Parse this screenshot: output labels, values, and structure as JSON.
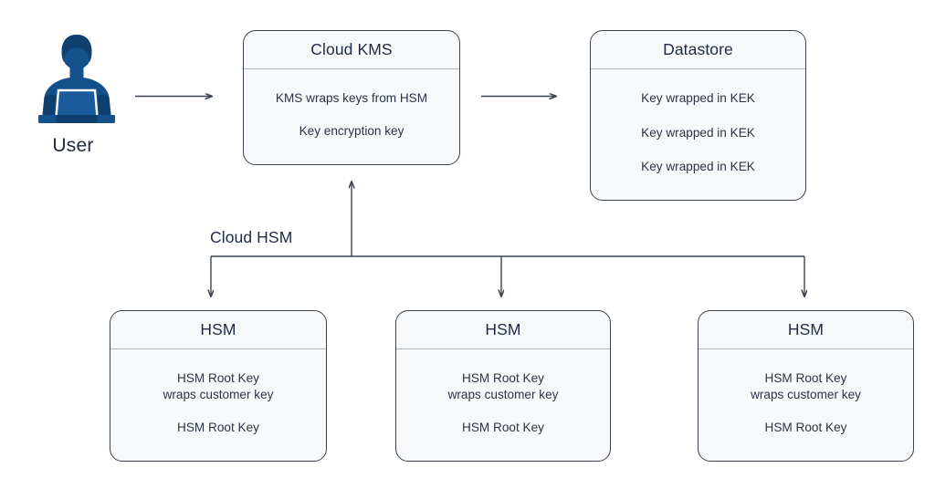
{
  "diagram": {
    "title": "Cloud KMS and Cloud HSM key wrapping flow",
    "background_color": "#ffffff",
    "box_fill": "#f7f8f9",
    "box_border": "#3c4350",
    "text_color": "#2b3348",
    "heading_color": "#1f2a44",
    "icon_color": "#14508c",
    "icon_color_dark": "#0f3f6e",
    "connector_color": "#3c4350"
  },
  "actor": {
    "label": "User",
    "icon": "user-at-laptop-icon"
  },
  "nodes": [
    {
      "id": "cloud-kms",
      "title": "Cloud KMS",
      "rows": [
        "KMS wraps keys from HSM",
        "Key encryption key"
      ]
    },
    {
      "id": "datastore",
      "title": "Datastore",
      "rows": [
        "Key wrapped in KEK",
        "Key wrapped in KEK",
        "Key wrapped in KEK"
      ]
    },
    {
      "id": "hsm-1",
      "title": "HSM",
      "rows": [
        "HSM Root Key\nwraps customer key",
        "HSM Root Key"
      ]
    },
    {
      "id": "hsm-2",
      "title": "HSM",
      "rows": [
        "HSM Root Key\nwraps customer key",
        "HSM Root Key"
      ]
    },
    {
      "id": "hsm-3",
      "title": "HSM",
      "rows": [
        "HSM Root Key\nwraps customer key",
        "HSM Root Key"
      ]
    }
  ],
  "group_label": {
    "text": "Cloud HSM"
  },
  "connectors": [
    {
      "id": "user-to-kms",
      "kind": "arrow-right"
    },
    {
      "id": "kms-to-datastore",
      "kind": "arrow-right"
    },
    {
      "id": "hsm-bus-to-kms",
      "kind": "arrow-up"
    },
    {
      "id": "bus-to-hsm-1",
      "kind": "arrow-down"
    },
    {
      "id": "bus-to-hsm-2",
      "kind": "arrow-down"
    },
    {
      "id": "bus-to-hsm-3",
      "kind": "arrow-down"
    }
  ]
}
